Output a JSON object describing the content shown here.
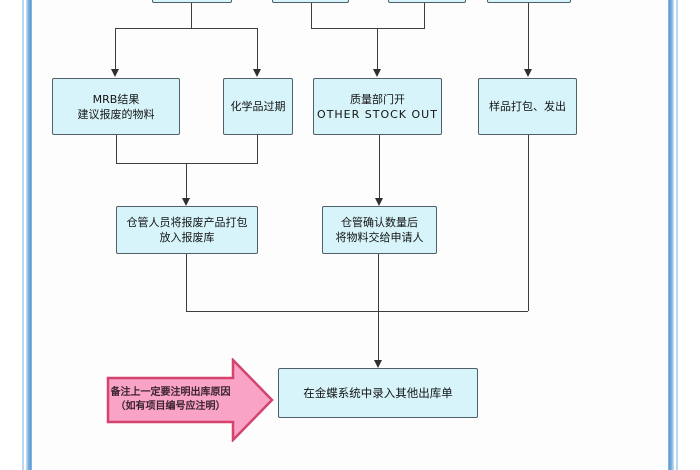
{
  "diagram": {
    "type": "flowchart",
    "nodes": {
      "mrb": {
        "line1": "MRB结果",
        "line2": "建议报废的物料"
      },
      "chemical_expired": {
        "line1": "化学品过期"
      },
      "quality_stock_out": {
        "line1": "质量部门开",
        "line2": "OTHER  STOCK  OUT"
      },
      "sample_ship": {
        "line1": "样品打包、发出"
      },
      "pack_scrap": {
        "line1": "仓管人员将报废产品打包",
        "line2": "放入报废库"
      },
      "confirm_quantity": {
        "line1": "仓管确认数量后",
        "line2": "将物料交给申请人"
      },
      "kingdee_entry": {
        "line1": "在金蝶系统中录入其他出库单"
      },
      "note": {
        "line1": "备注上一定要注明出库原因",
        "line2": "（如有项目编号应注明）"
      }
    },
    "edges": [
      {
        "from": "top-box-1",
        "to": "mrb"
      },
      {
        "from": "top-box-1",
        "to": "chemical_expired"
      },
      {
        "from": "top-box-2",
        "to": "quality_stock_out"
      },
      {
        "from": "top-box-3",
        "to": "quality_stock_out"
      },
      {
        "from": "top-box-4",
        "to": "sample_ship"
      },
      {
        "from": "mrb",
        "to": "pack_scrap"
      },
      {
        "from": "chemical_expired",
        "to": "pack_scrap"
      },
      {
        "from": "quality_stock_out",
        "to": "confirm_quantity"
      },
      {
        "from": "pack_scrap",
        "to": "kingdee_entry"
      },
      {
        "from": "confirm_quantity",
        "to": "kingdee_entry"
      },
      {
        "from": "sample_ship",
        "to": "kingdee_entry"
      },
      {
        "from": "note",
        "to": "kingdee_entry"
      }
    ],
    "colors": {
      "box_fill": "#d6f4f9",
      "box_border": "#4f6068",
      "line": "#3d3d3d",
      "note_arrow_fill": "#f9a3c6",
      "note_arrow_border": "#d5446f",
      "frame_blue_dark": "#5b9bd5",
      "frame_blue_light": "#b7d8ef",
      "page_bg": "#ffffff"
    }
  }
}
